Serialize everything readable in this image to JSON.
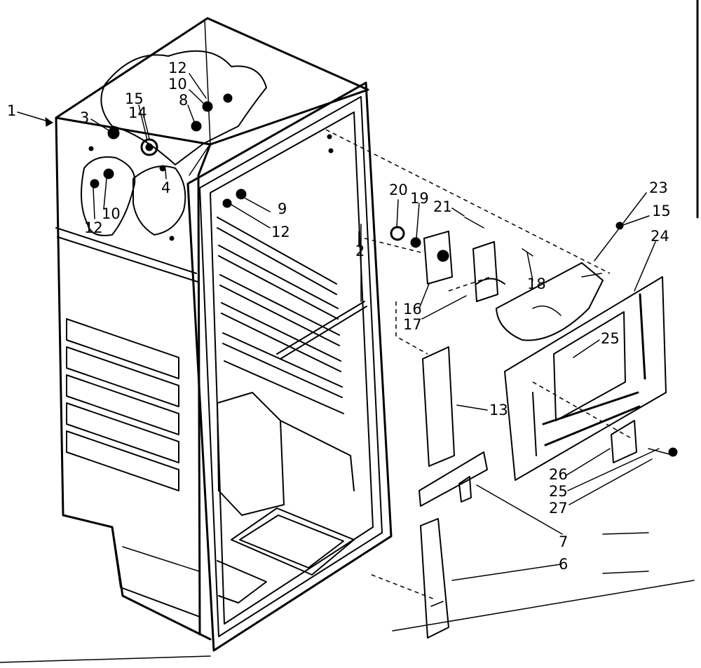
{
  "callouts": [
    {
      "id": "c1",
      "text": "1"
    },
    {
      "id": "c3",
      "text": "3"
    },
    {
      "id": "c15a",
      "text": "15"
    },
    {
      "id": "c14",
      "text": "14"
    },
    {
      "id": "c12a",
      "text": "12"
    },
    {
      "id": "c10a",
      "text": "10"
    },
    {
      "id": "c8",
      "text": "8"
    },
    {
      "id": "c4",
      "text": "4"
    },
    {
      "id": "c10b",
      "text": "10"
    },
    {
      "id": "c12b",
      "text": "12"
    },
    {
      "id": "c9",
      "text": "9"
    },
    {
      "id": "c12c",
      "text": "12"
    },
    {
      "id": "c2",
      "text": "2"
    },
    {
      "id": "c20",
      "text": "20"
    },
    {
      "id": "c19",
      "text": "19"
    },
    {
      "id": "c21",
      "text": "21"
    },
    {
      "id": "c16",
      "text": "16"
    },
    {
      "id": "c17",
      "text": "17"
    },
    {
      "id": "c18",
      "text": "18"
    },
    {
      "id": "c23",
      "text": "23"
    },
    {
      "id": "c15b",
      "text": "15"
    },
    {
      "id": "c24",
      "text": "24"
    },
    {
      "id": "c25a",
      "text": "25"
    },
    {
      "id": "c13",
      "text": "13"
    },
    {
      "id": "c26",
      "text": "26"
    },
    {
      "id": "c25b",
      "text": "25"
    },
    {
      "id": "c27",
      "text": "27"
    },
    {
      "id": "c7",
      "text": "7"
    },
    {
      "id": "c6",
      "text": "6"
    }
  ]
}
